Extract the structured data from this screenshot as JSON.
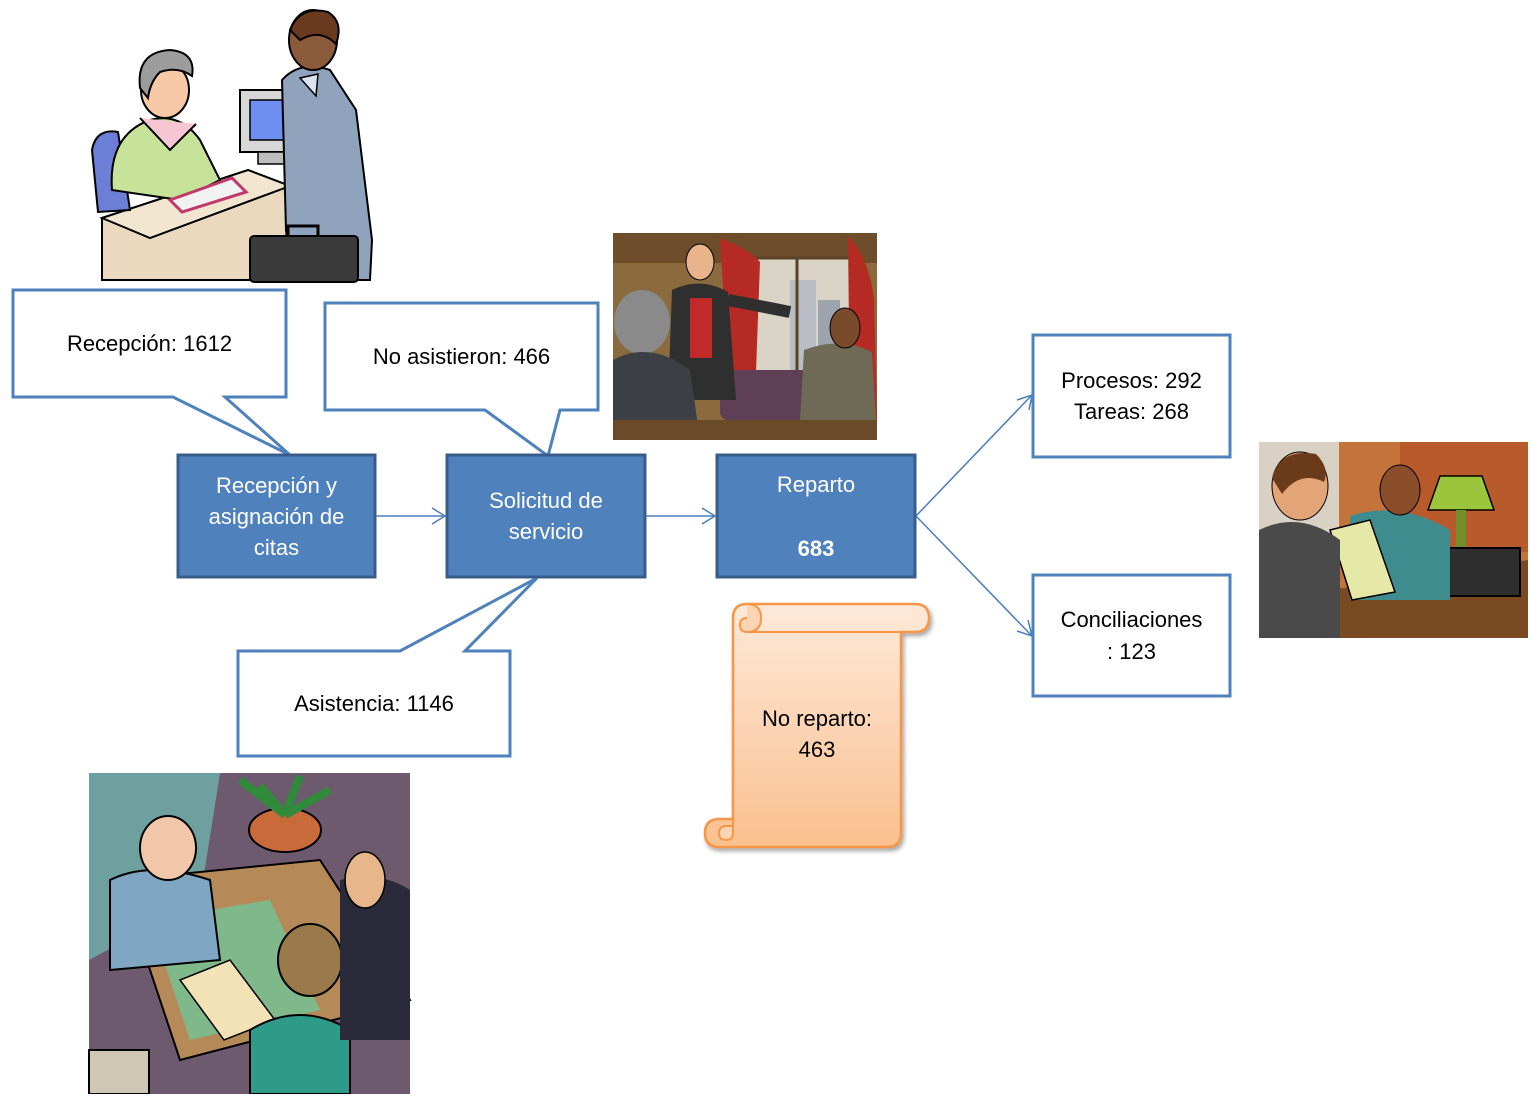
{
  "steps": {
    "reception": {
      "label": "Recepción y asignación de citas",
      "fill": "#4F81BD",
      "stroke": "#385D8A"
    },
    "service_request": {
      "label": "Solicitud de servicio"
    },
    "distribution": {
      "label": "Reparto",
      "value": "683"
    }
  },
  "callouts": {
    "reception": "Recepción: 1612",
    "no_show": "No asistieron: 466",
    "attendance": "Asistencia: 1146"
  },
  "outcomes": {
    "processes": "Procesos: 292",
    "tasks": "Tareas: 268",
    "conciliations_line1": "Conciliaciones",
    "conciliations_line2": ": 123"
  },
  "scroll": {
    "line1": "No reparto:",
    "line2": "463",
    "fill_top": "#FDE9D9",
    "fill_bottom": "#FAC08F",
    "stroke": "#F79646"
  },
  "images": [
    {
      "name": "receptionist-clipart",
      "subject": "receptionist at desk with visitor"
    },
    {
      "name": "meeting-room-clipart",
      "subject": "businessmen meeting in office"
    },
    {
      "name": "negotiation-clipart",
      "subject": "two men reviewing a document"
    },
    {
      "name": "conference-table-clipart",
      "subject": "people around a table"
    }
  ]
}
